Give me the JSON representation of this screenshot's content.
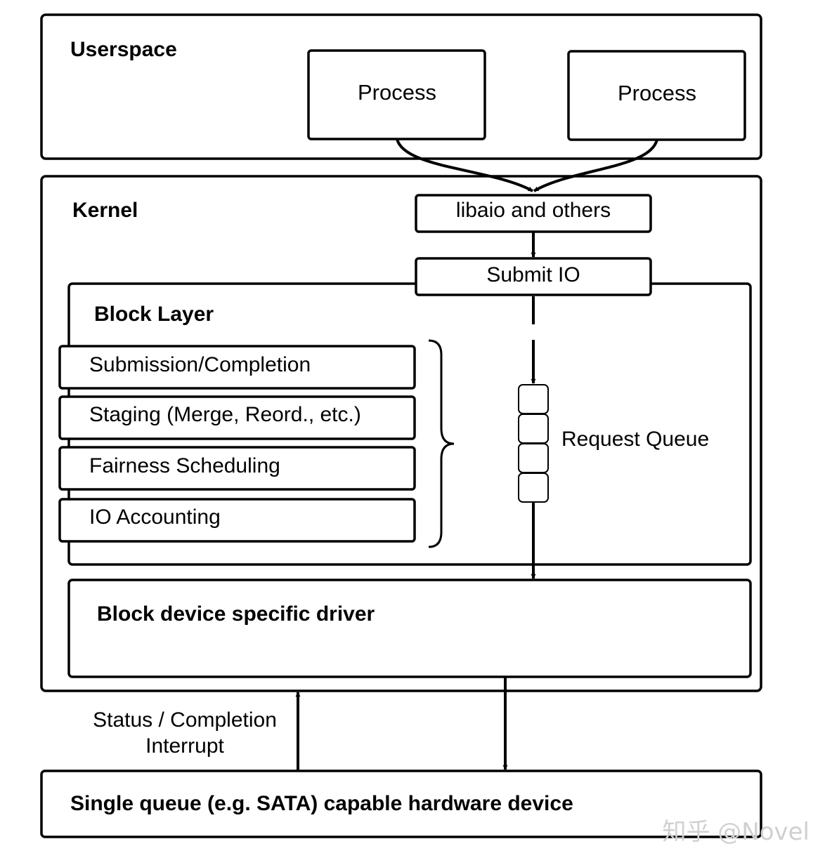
{
  "userspace": {
    "label": "Userspace",
    "process_left": "Process",
    "process_right": "Process"
  },
  "kernel": {
    "label": "Kernel",
    "libaio": "libaio and others",
    "submit_io": "Submit IO"
  },
  "block_layer": {
    "label": "Block Layer",
    "items": [
      "Submission/Completion",
      "Staging (Merge, Reord., etc.)",
      "Fairness Scheduling",
      "IO Accounting"
    ],
    "request_queue": "Request Queue"
  },
  "driver": {
    "label": "Block device specific driver"
  },
  "interrupt": {
    "line1": "Status / Completion",
    "line2": "Interrupt"
  },
  "hardware": {
    "label": "Single queue (e.g. SATA) capable hardware device"
  },
  "watermark": "知乎 @Novel"
}
